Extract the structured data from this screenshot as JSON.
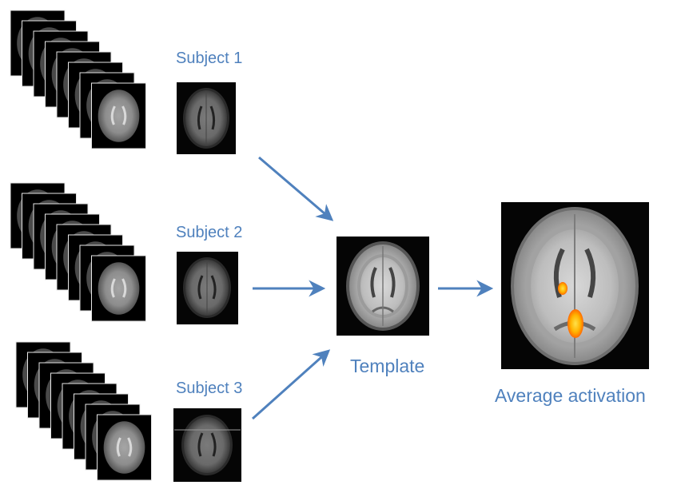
{
  "labels": {
    "subject_1": "Subject 1",
    "subject_2": "Subject 2",
    "subject_3": "Subject 3",
    "template": "Template",
    "average_activation": "Average activation"
  },
  "colors": {
    "label_text": "#4f81bd",
    "arrow": "#4f81bd",
    "stack_frame": "#000000",
    "activation_core": "#ffd21a",
    "activation_edge": "#ff7a00"
  },
  "stacks": [
    {
      "subject": "Subject 1",
      "frames": 8
    },
    {
      "subject": "Subject 2",
      "frames": 8
    },
    {
      "subject": "Subject 3",
      "frames": 8
    }
  ]
}
